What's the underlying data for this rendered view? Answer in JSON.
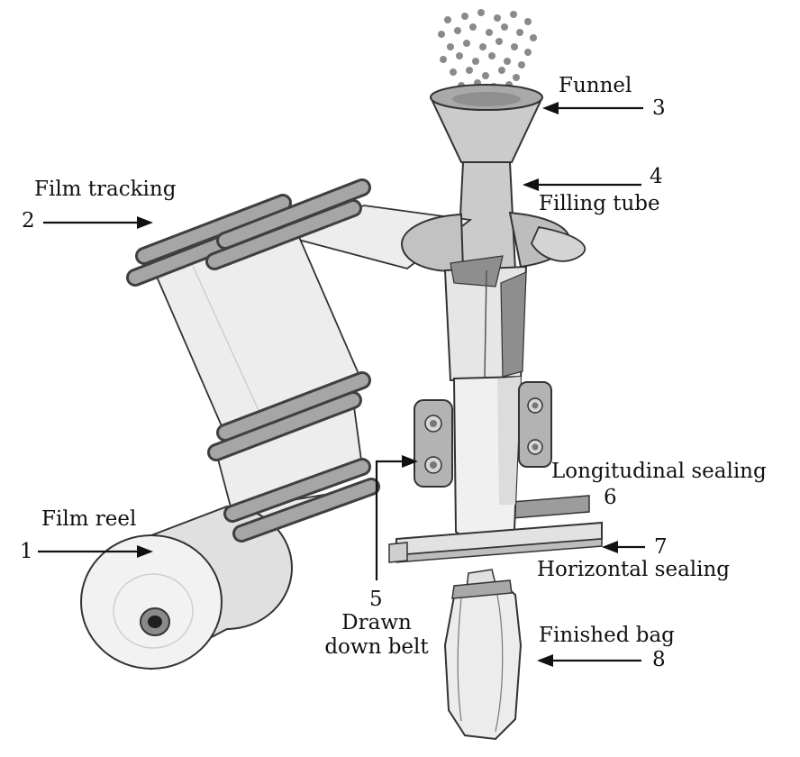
{
  "colors": {
    "ink": "#111111",
    "line": "#333333",
    "film": "#ededee",
    "metal": "#cbcbcb",
    "metal_dark": "#8e8e8e",
    "roller": "#a6a6a6",
    "granule": "#8a8a8a",
    "background": "#ffffff"
  },
  "labels": {
    "film_reel": {
      "text": "Film reel",
      "number": "1"
    },
    "film_tracking": {
      "text": "Film tracking",
      "number": "2"
    },
    "funnel": {
      "text": "Funnel",
      "number": "3"
    },
    "filling_tube": {
      "text": "Filling tube",
      "number": "4"
    },
    "drawn_down_belt": {
      "text": "Drawn down belt",
      "number": "5"
    },
    "longitudinal_sealing": {
      "text": "Longitudinal sealing",
      "number": "6"
    },
    "horizontal_sealing": {
      "text": "Horizontal sealing",
      "number": "7"
    },
    "finished_bag": {
      "text": "Finished bag",
      "number": "8"
    }
  }
}
